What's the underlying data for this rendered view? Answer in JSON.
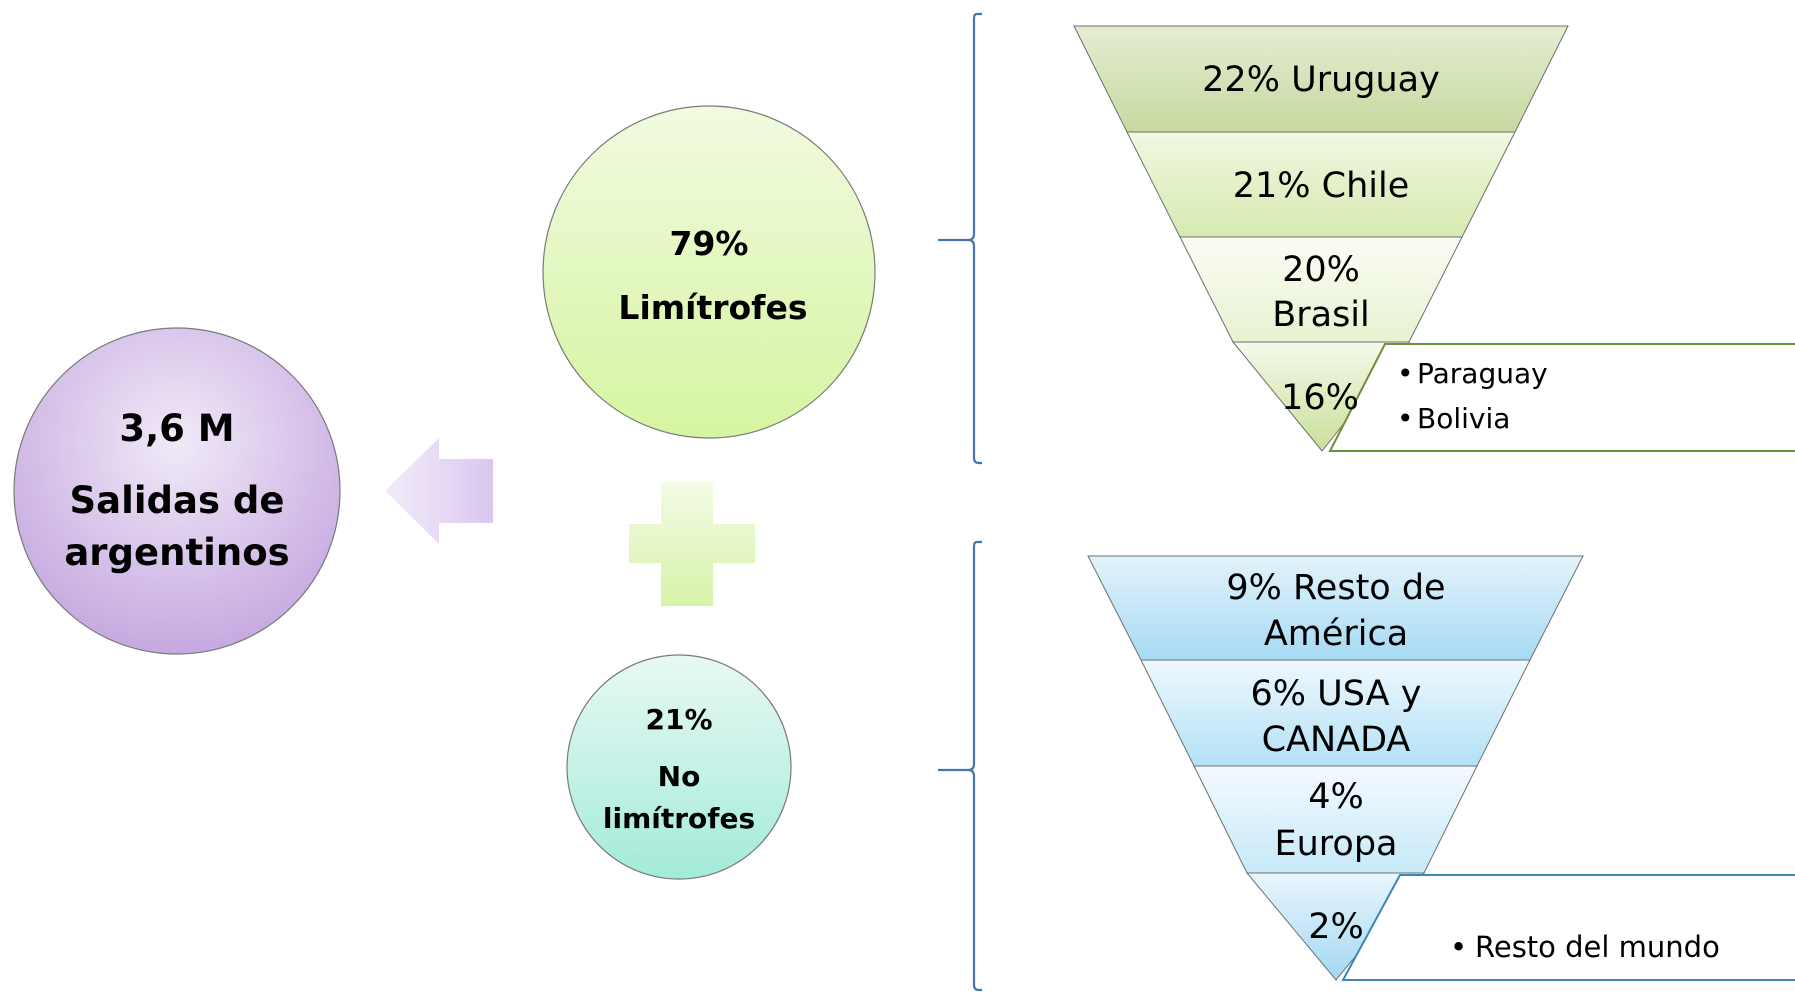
{
  "total": {
    "value": "3,6 M",
    "label_line1": "Salidas de",
    "label_line2": "argentinos"
  },
  "limitrofes": {
    "percent": "79%",
    "label": "Limítrofes",
    "funnel": [
      {
        "lines": [
          "22% Uruguay"
        ]
      },
      {
        "lines": [
          "21% Chile"
        ]
      },
      {
        "lines": [
          "20%",
          "Brasil"
        ]
      },
      {
        "lines": [
          "16%"
        ]
      }
    ],
    "callout": [
      "Paraguay",
      "Bolivia"
    ]
  },
  "no_limitrofes": {
    "percent": "21%",
    "label_line1": "No",
    "label_line2": "limítrofes",
    "funnel": [
      {
        "lines": [
          "9% Resto de",
          "América"
        ]
      },
      {
        "lines": [
          "6% USA y",
          "CANADA"
        ]
      },
      {
        "lines": [
          "4%",
          "Europa"
        ]
      },
      {
        "lines": [
          "2%"
        ]
      }
    ],
    "callout": [
      "Resto del mundo"
    ]
  },
  "colors": {
    "purple_circle": "#c8aee3",
    "green_circle": "#d9f5a8",
    "teal_circle": "#a9ecdc",
    "green_funnel": "#cfe3a8",
    "blue_funnel": "#a9dcf3",
    "brace": "#4a74b0",
    "callout_green": "#6e8f3a",
    "callout_blue": "#3c86b8"
  },
  "icons": {
    "arrow": "left-arrow-icon",
    "plus": "plus-icon"
  }
}
